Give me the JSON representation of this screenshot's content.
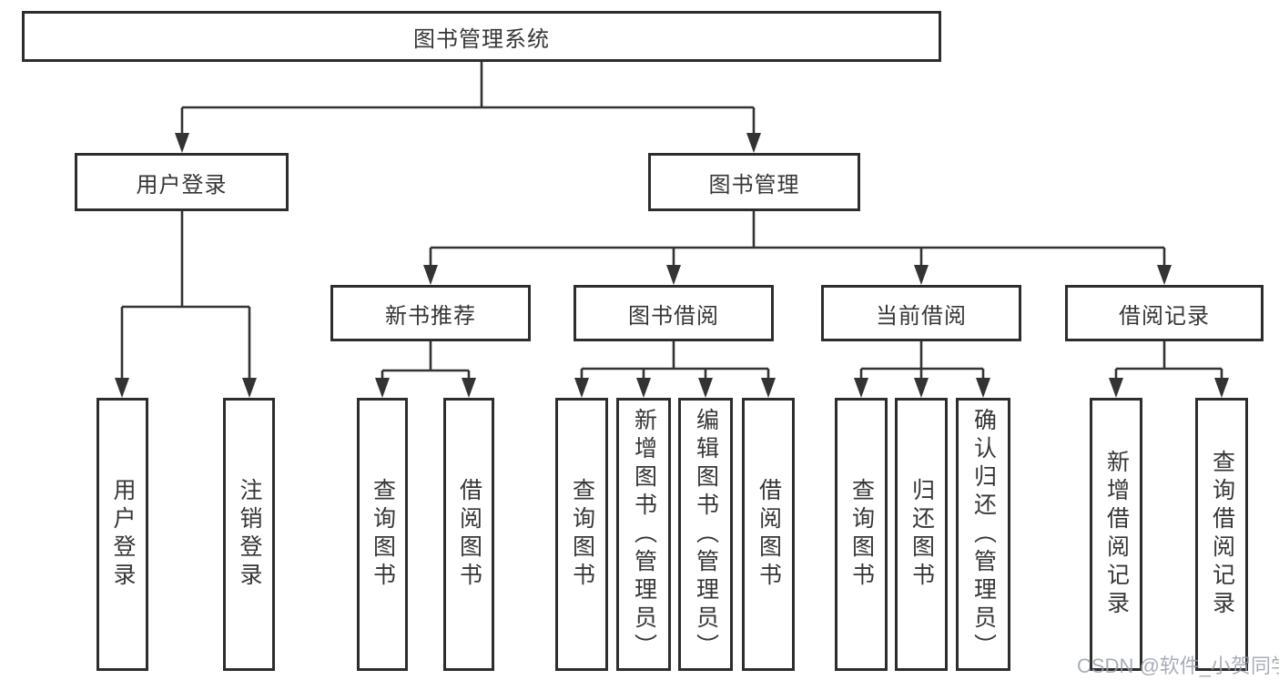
{
  "diagram": {
    "root": {
      "label": "图书管理系统"
    },
    "level1": [
      {
        "label": "用户登录",
        "leaves": [
          "用户登录",
          "注销登录"
        ]
      },
      {
        "label": "图书管理"
      }
    ],
    "level2": [
      {
        "label": "新书推荐",
        "leaves": [
          "查询图书",
          "借阅图书"
        ]
      },
      {
        "label": "图书借阅",
        "leaves": [
          "查询图书",
          "新增图书（管理员）",
          "编辑图书（管理员）",
          "借阅图书"
        ]
      },
      {
        "label": "当前借阅",
        "leaves": [
          "查询图书",
          "归还图书",
          "确认归还（管理员）"
        ]
      },
      {
        "label": "借阅记录",
        "leaves": [
          "新增借阅记录",
          "查询借阅记录"
        ]
      }
    ]
  },
  "watermark": {
    "text": "CSDN @软件_小贺同学"
  },
  "colors": {
    "line": "#333333",
    "border": "#2d2d2d",
    "text": "#363636",
    "background": "#ffffff",
    "watermark": "#9a9fab"
  }
}
